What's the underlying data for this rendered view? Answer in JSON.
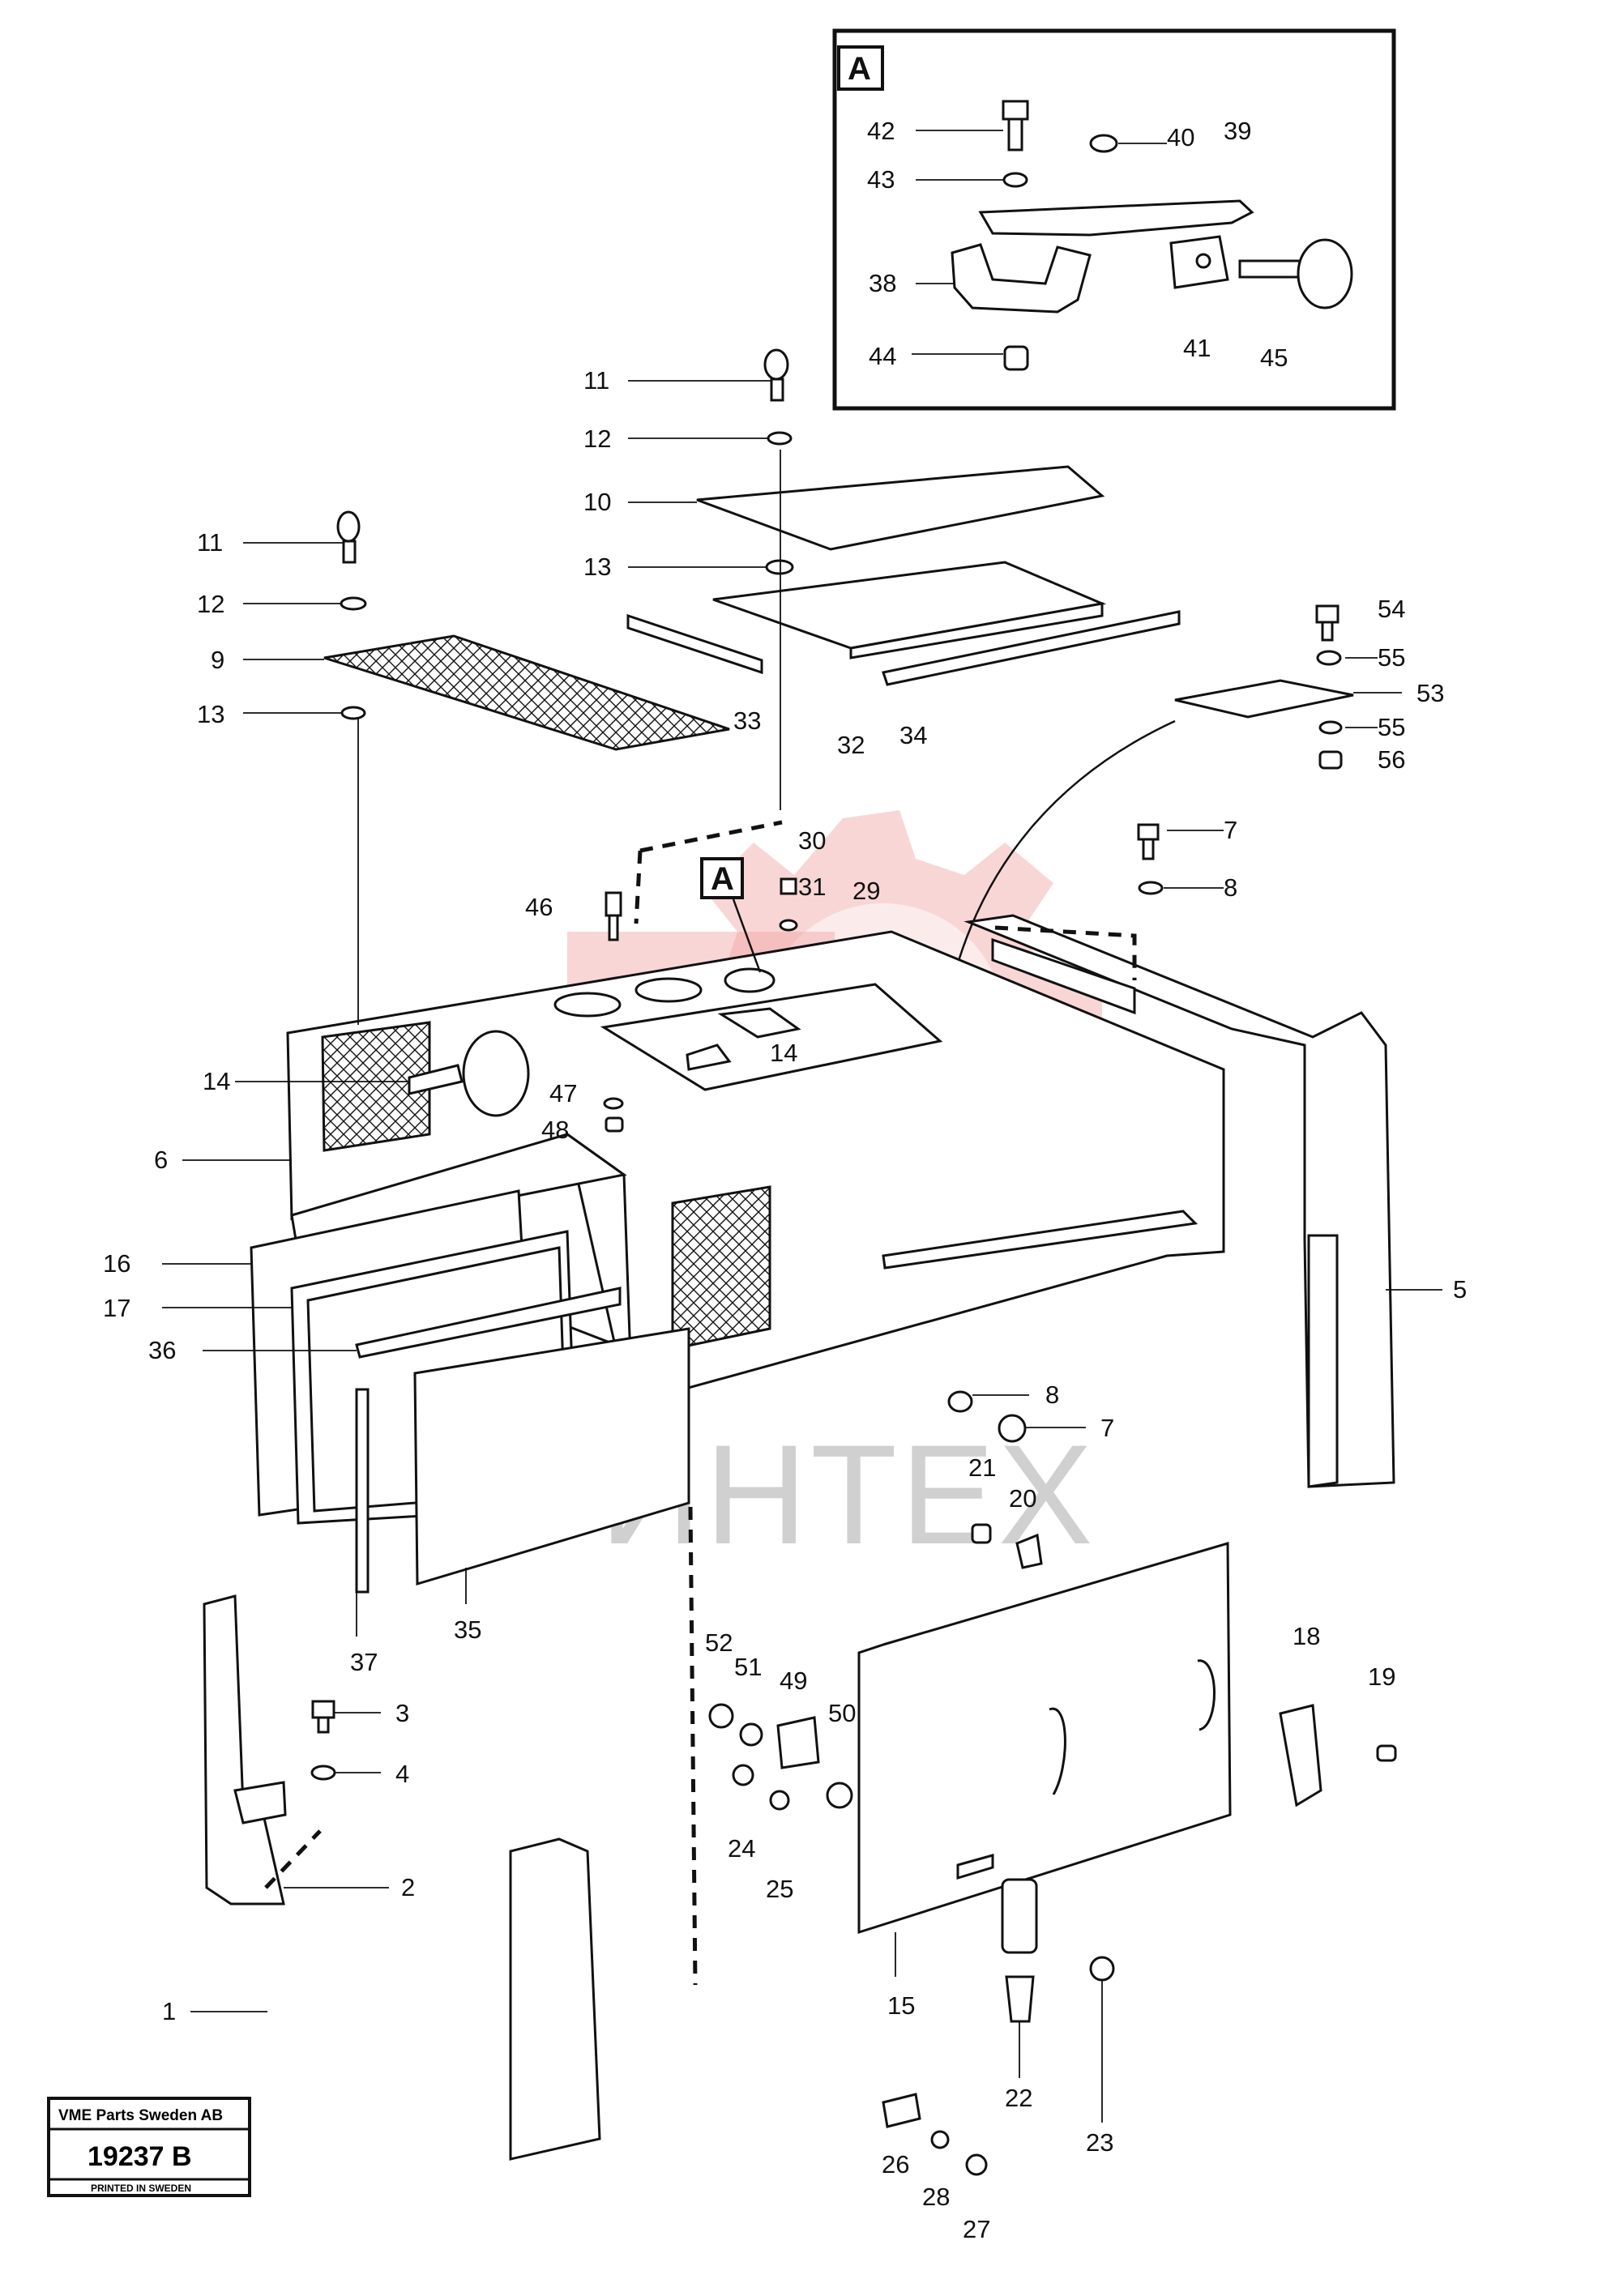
{
  "watermark": {
    "text": "ИНТЕХ",
    "color": "#f2a3a3"
  },
  "inset": {
    "label": "A"
  },
  "detail_marker": {
    "label": "A"
  },
  "stamp": {
    "company": "VME Parts Sweden AB",
    "number": "19237 B",
    "note": "PRINTED IN SWEDEN"
  },
  "callouts": [
    {
      "id": "c42",
      "text": "42"
    },
    {
      "id": "c40",
      "text": "40"
    },
    {
      "id": "c39",
      "text": "39"
    },
    {
      "id": "c43",
      "text": "43"
    },
    {
      "id": "c38",
      "text": "38"
    },
    {
      "id": "c41",
      "text": "41"
    },
    {
      "id": "c45",
      "text": "45"
    },
    {
      "id": "c44",
      "text": "44"
    },
    {
      "id": "c11a",
      "text": "11"
    },
    {
      "id": "c12a",
      "text": "12"
    },
    {
      "id": "c10",
      "text": "10"
    },
    {
      "id": "c13a",
      "text": "13"
    },
    {
      "id": "c11b",
      "text": "11"
    },
    {
      "id": "c12b",
      "text": "12"
    },
    {
      "id": "c9",
      "text": "9"
    },
    {
      "id": "c13b",
      "text": "13"
    },
    {
      "id": "c33",
      "text": "33"
    },
    {
      "id": "c32",
      "text": "32"
    },
    {
      "id": "c34",
      "text": "34"
    },
    {
      "id": "c54",
      "text": "54"
    },
    {
      "id": "c55a",
      "text": "55"
    },
    {
      "id": "c53",
      "text": "53"
    },
    {
      "id": "c55b",
      "text": "55"
    },
    {
      "id": "c56",
      "text": "56"
    },
    {
      "id": "c7a",
      "text": "7"
    },
    {
      "id": "c8a",
      "text": "8"
    },
    {
      "id": "c30",
      "text": "30"
    },
    {
      "id": "c31",
      "text": "31"
    },
    {
      "id": "c29",
      "text": "29"
    },
    {
      "id": "c46",
      "text": "46"
    },
    {
      "id": "c14a",
      "text": "14"
    },
    {
      "id": "c14b",
      "text": "14"
    },
    {
      "id": "c47",
      "text": "47"
    },
    {
      "id": "c48",
      "text": "48"
    },
    {
      "id": "c6",
      "text": "6"
    },
    {
      "id": "c5",
      "text": "5"
    },
    {
      "id": "c16",
      "text": "16"
    },
    {
      "id": "c17",
      "text": "17"
    },
    {
      "id": "c36",
      "text": "36"
    },
    {
      "id": "c8b",
      "text": "8"
    },
    {
      "id": "c7b",
      "text": "7"
    },
    {
      "id": "c21",
      "text": "21"
    },
    {
      "id": "c20",
      "text": "20"
    },
    {
      "id": "c37",
      "text": "37"
    },
    {
      "id": "c35",
      "text": "35"
    },
    {
      "id": "c52",
      "text": "52"
    },
    {
      "id": "c51",
      "text": "51"
    },
    {
      "id": "c49",
      "text": "49"
    },
    {
      "id": "c50",
      "text": "50"
    },
    {
      "id": "c18",
      "text": "18"
    },
    {
      "id": "c19",
      "text": "19"
    },
    {
      "id": "c3",
      "text": "3"
    },
    {
      "id": "c4",
      "text": "4"
    },
    {
      "id": "c24",
      "text": "24"
    },
    {
      "id": "c25",
      "text": "25"
    },
    {
      "id": "c2",
      "text": "2"
    },
    {
      "id": "c15",
      "text": "15"
    },
    {
      "id": "c1",
      "text": "1"
    },
    {
      "id": "c22",
      "text": "22"
    },
    {
      "id": "c23",
      "text": "23"
    },
    {
      "id": "c26",
      "text": "26"
    },
    {
      "id": "c28",
      "text": "28"
    },
    {
      "id": "c27",
      "text": "27"
    }
  ]
}
